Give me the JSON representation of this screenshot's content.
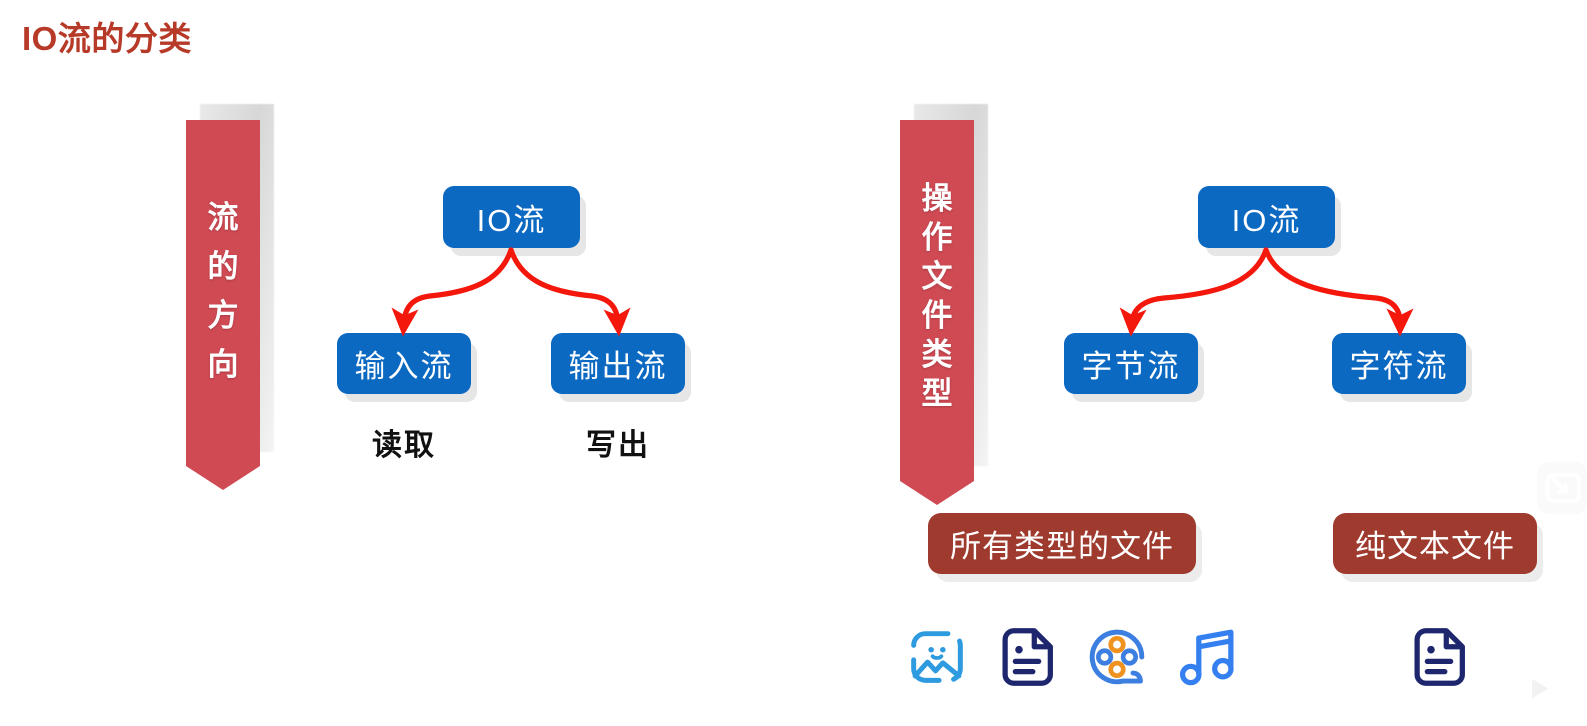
{
  "slide": {
    "title": "IO流的分类",
    "title_color": "#b73a28",
    "background": "#ffffff"
  },
  "colors": {
    "blue_node": "#0c69c2",
    "ribbon_red": "#cf4a53",
    "dark_red_node": "#9e3b2e",
    "arrow_red": "#f4170b",
    "caption_black": "#111111",
    "shadow_gray": "#e6e6e6"
  },
  "left_group": {
    "banner": {
      "text": "流的方向",
      "chars": [
        "流",
        "的",
        "方",
        "向"
      ]
    },
    "root": {
      "label": "IO流"
    },
    "children": [
      {
        "label": "输入流",
        "caption": "读取"
      },
      {
        "label": "输出流",
        "caption": "写出"
      }
    ]
  },
  "right_group": {
    "banner": {
      "text": "操作文件类型",
      "chars": [
        "操",
        "作",
        "文",
        "件",
        "类",
        "型"
      ]
    },
    "root": {
      "label": "IO流"
    },
    "children": [
      {
        "label": "字节流",
        "detail": "所有类型的文件"
      },
      {
        "label": "字符流",
        "detail": "纯文本文件"
      }
    ],
    "byte_stream_icons": [
      {
        "name": "image-file-icon",
        "color": "#2e9ae0"
      },
      {
        "name": "document-file-icon",
        "color": "#1e276e"
      },
      {
        "name": "video-film-reel-icon",
        "color": "#3d7fe0"
      },
      {
        "name": "music-note-icon",
        "color": "#3580f0"
      }
    ],
    "char_stream_icons": [
      {
        "name": "document-file-icon",
        "color": "#1e276e"
      }
    ]
  },
  "player": {
    "logo_name": "bilibili-tv-play-logo",
    "pip_name": "exit-fullscreen-icon"
  }
}
